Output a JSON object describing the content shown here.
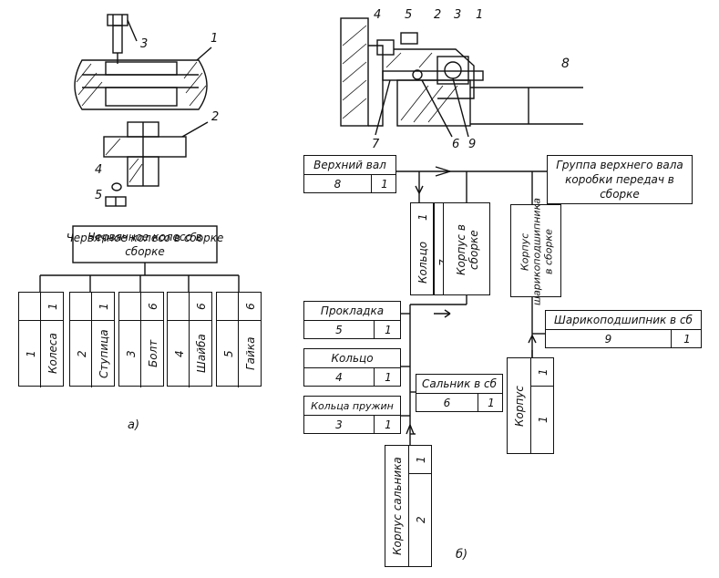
{
  "part_a": {
    "drawing_labels": [
      "1",
      "2",
      "3",
      "4",
      "5"
    ],
    "root": "Червячное колесо в сборке",
    "parts": [
      {
        "name": "Колеса",
        "index": "1",
        "qty": "1"
      },
      {
        "name": "Ступица",
        "index": "2",
        "qty": "1"
      },
      {
        "name": "Болт",
        "index": "3",
        "qty": "6"
      },
      {
        "name": "Шайба",
        "index": "4",
        "qty": "6"
      },
      {
        "name": "Гайка",
        "index": "5",
        "qty": "6"
      }
    ],
    "caption": "а)"
  },
  "part_b": {
    "drawing_labels": [
      "4",
      "5",
      "2",
      "3",
      "1",
      "8",
      "7",
      "6",
      "9"
    ],
    "nodes": {
      "shaft": {
        "name": "Верхний вал",
        "index": "8",
        "qty": "1"
      },
      "group": "Группа верхнего вала коробки передач в сборке",
      "ring_top": {
        "name": "Кольцо",
        "index": "7",
        "qty": "1"
      },
      "housing_assy": "Корпус в сборке",
      "bearing_housing_assy": "Корпус шарикоподшипника в сборке",
      "gasket": {
        "name": "Прокладка",
        "index": "5",
        "qty": "1"
      },
      "ring_mid": {
        "name": "Кольцо",
        "index": "4",
        "qty": "1"
      },
      "seal_assy": {
        "name": "Сальник в сб",
        "index": "6",
        "qty": "1"
      },
      "spring_rings": {
        "name": "Кольца пружин",
        "index": "3",
        "qty": "1"
      },
      "bearing": {
        "name": "Шарикоподшипник в сб",
        "index": "9",
        "qty": "1"
      },
      "housing": {
        "name": "Корпус",
        "index": "1",
        "qty": "1"
      },
      "seal_housing": {
        "name": "Корпус сальника",
        "index": "2",
        "qty": "1"
      }
    },
    "caption": "б)"
  }
}
